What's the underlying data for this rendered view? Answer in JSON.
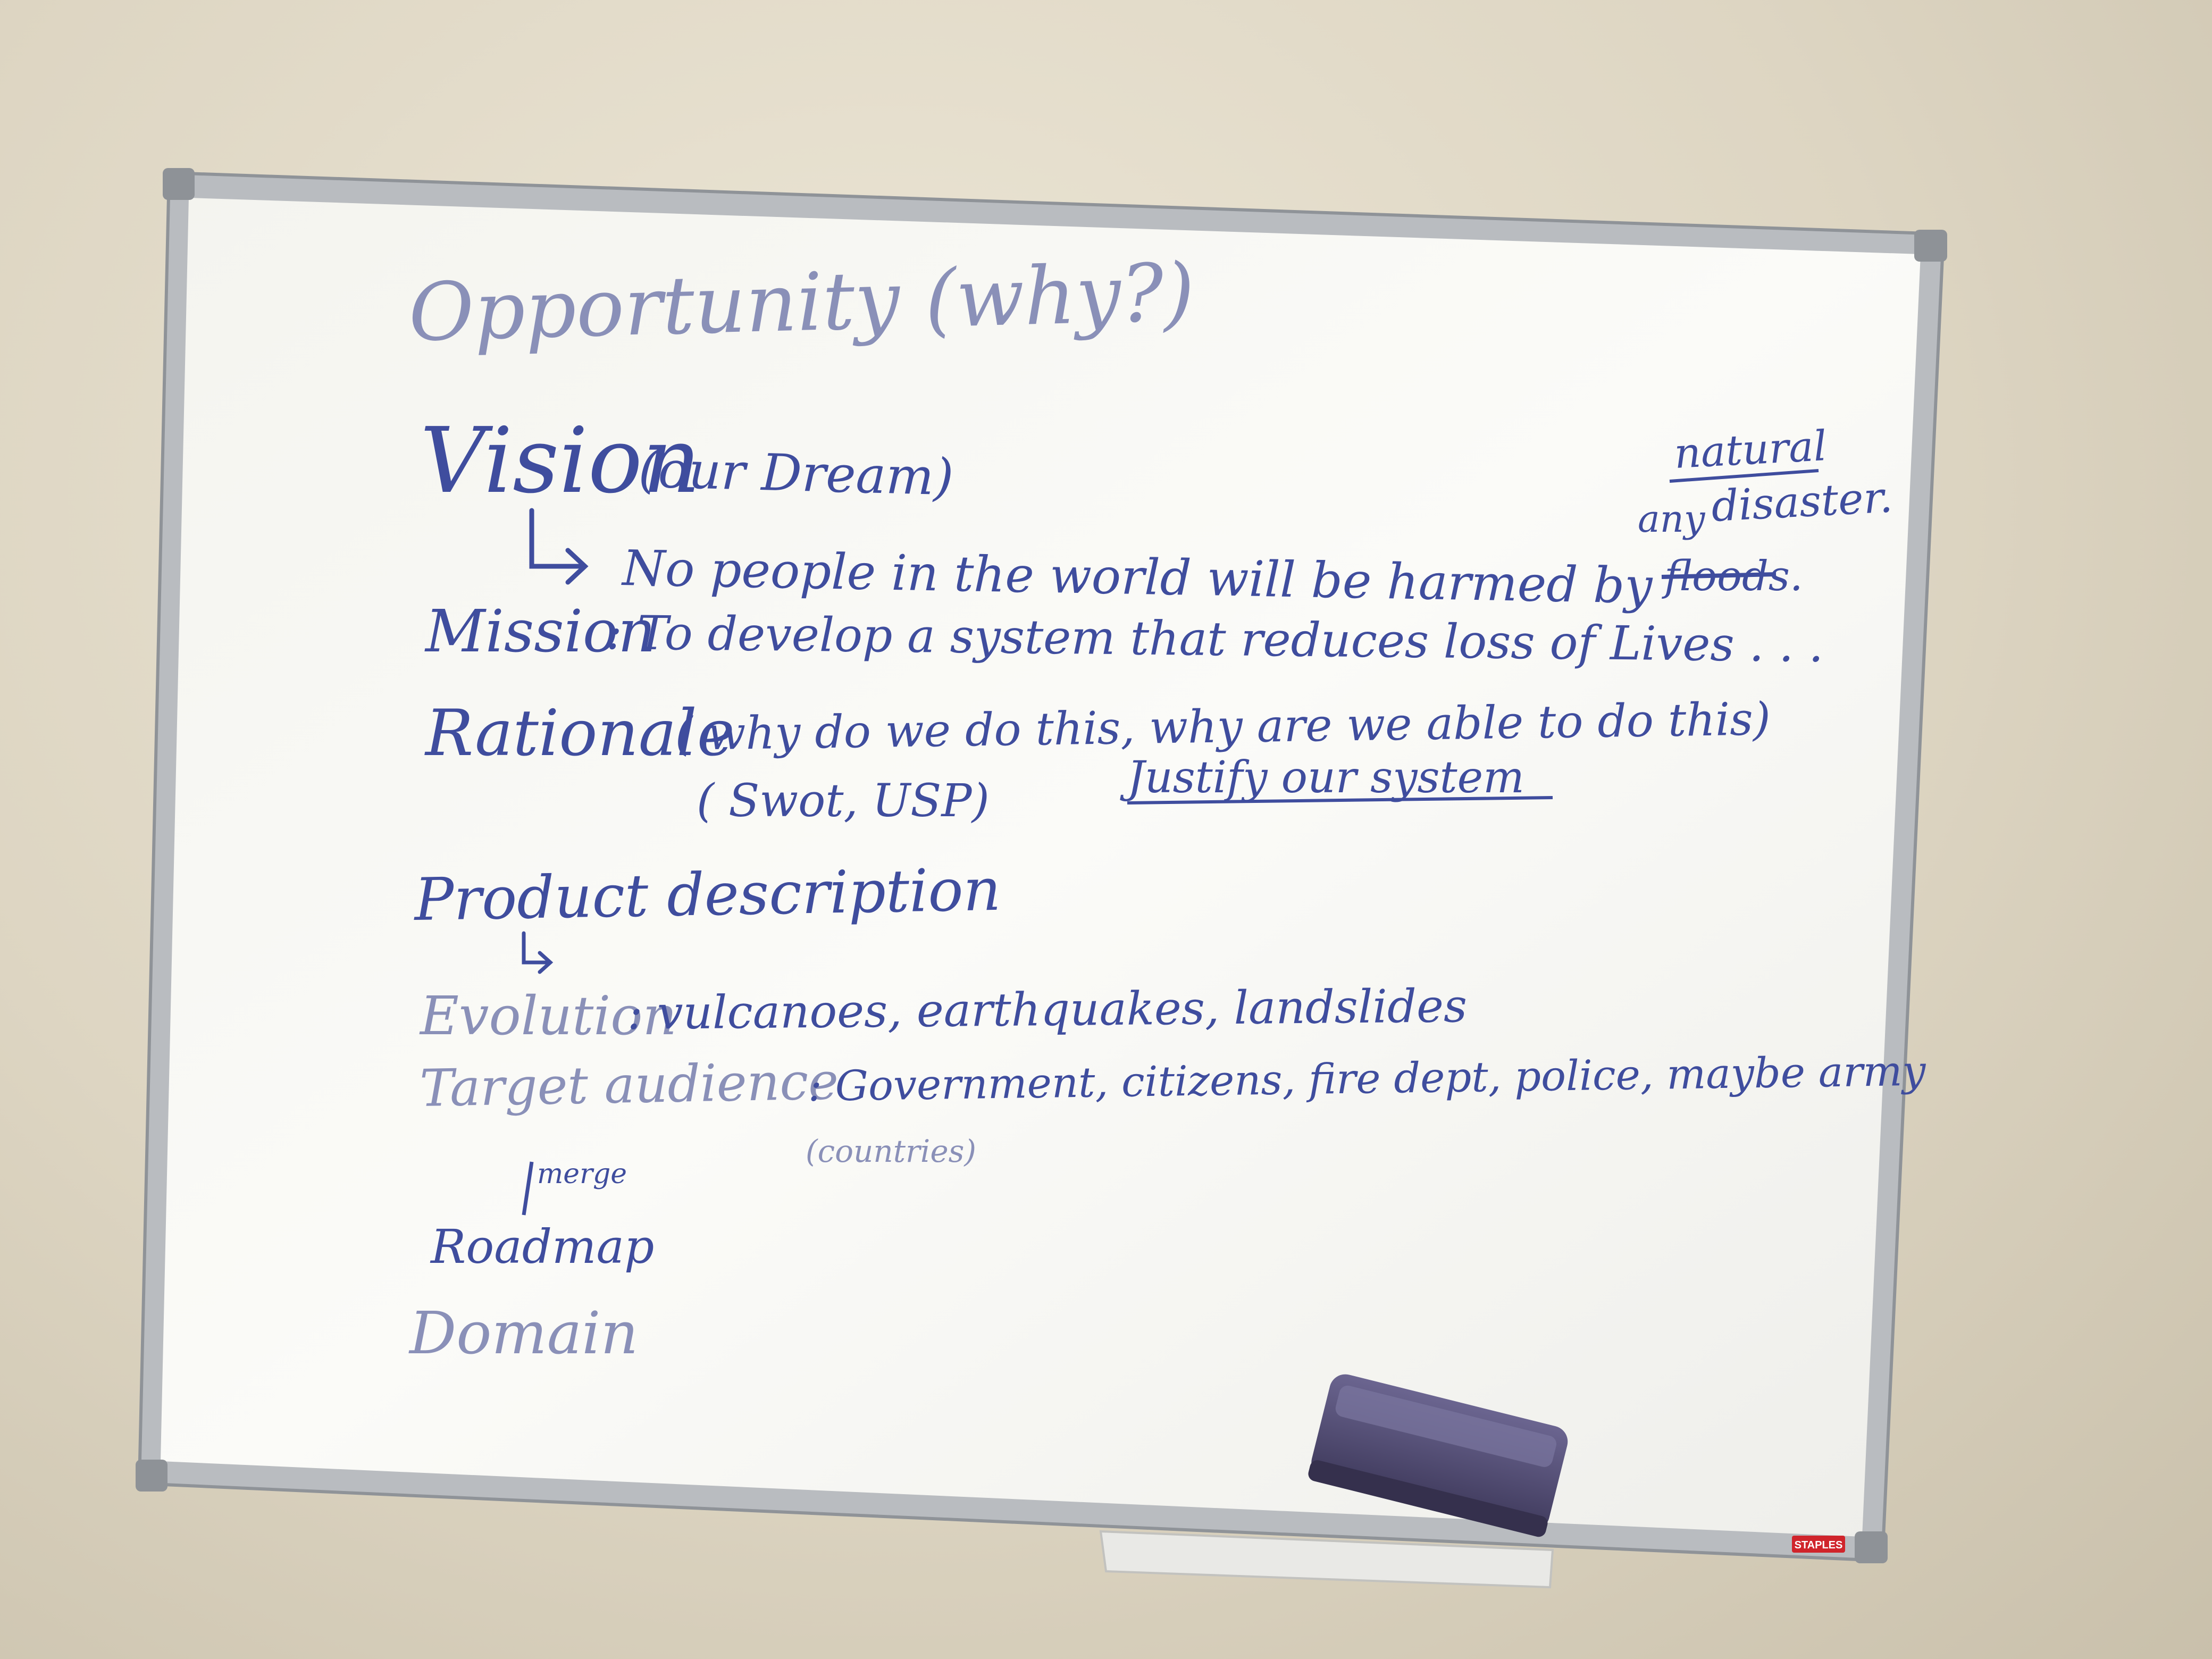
{
  "whiteboard": {
    "heading_opportunity": "Opportunity (why?)",
    "heading_vision": "Vision",
    "vision_note": "(our Dream)",
    "vision_statement": "No people in the world will be harmed by",
    "vision_strike": "floods.",
    "vision_insert_any": "any",
    "vision_insert_natural": "natural",
    "vision_insert_disaster": "disaster.",
    "heading_mission": "Mission",
    "mission_statement": ": To develop a system that reduces loss of Lives . . .",
    "heading_rationale": "Rationale",
    "rationale_note": "( why do we do this, why are we able to do this)",
    "rationale_sub": "( Swot, USP)",
    "rationale_justify": "Justify our system",
    "heading_product": "Product description",
    "heading_evolution": "Evolution",
    "evolution_text": ": vulcanoes, earthquakes, landslides",
    "heading_target": "Target audience",
    "target_text": ": Government, citizens, fire dept, police, maybe army",
    "target_sub": "(countries)",
    "merge_note": "merge",
    "heading_roadmap": "Roadmap",
    "heading_domain": "Domain"
  },
  "eraser_brand": "STAPLES",
  "colors": {
    "ink": "#3f4d9e",
    "board": "#f7f7f2",
    "frame": "#b9bcc0",
    "eraser": "#56507a",
    "brand_label": "#d0242b"
  }
}
